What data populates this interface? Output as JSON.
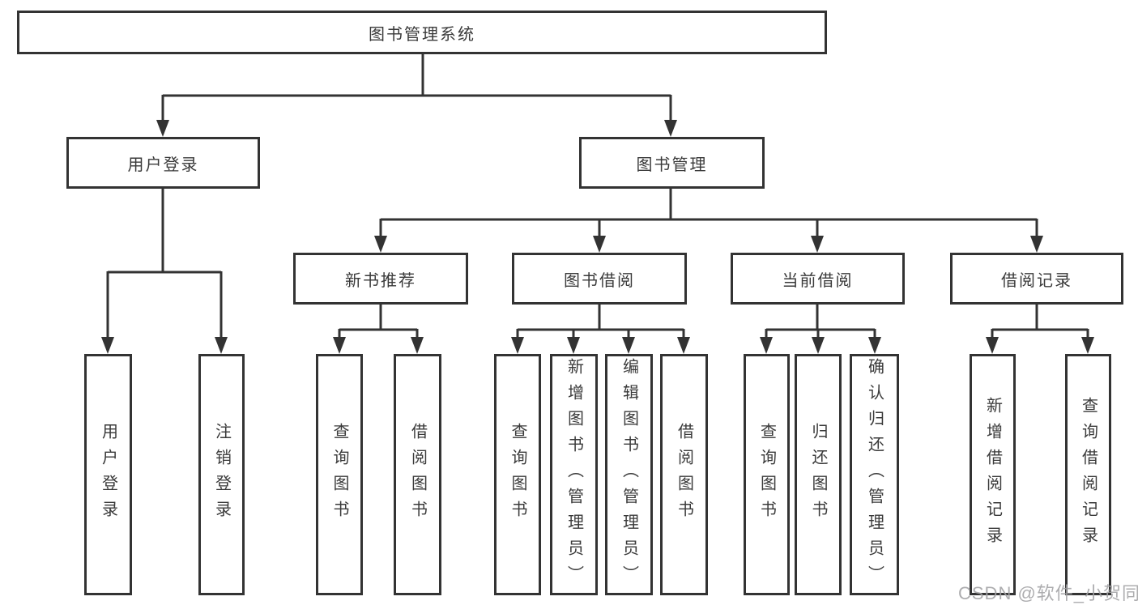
{
  "tree": {
    "root": "图书管理系统",
    "children": [
      {
        "label": "用户登录",
        "children": [
          "用户登录",
          "注销登录"
        ]
      },
      {
        "label": "图书管理",
        "children": [
          {
            "label": "新书推荐",
            "children": [
              "查询图书",
              "借阅图书"
            ]
          },
          {
            "label": "图书借阅",
            "children": [
              "查询图书",
              "新增图书（管理员）",
              "编辑图书（管理员）",
              "借阅图书"
            ]
          },
          {
            "label": "当前借阅",
            "children": [
              "查询图书",
              "归还图书",
              "确认归还（管理员）"
            ]
          },
          {
            "label": "借阅记录",
            "children": [
              "新增借阅记录",
              "查询借阅记录"
            ]
          }
        ]
      }
    ]
  },
  "watermark": "CSDN @软件_小贺同学",
  "colors": {
    "line": "#333333",
    "text": "#3a3a3a",
    "watermark": "#a2a2a4",
    "background": "#ffffff"
  }
}
